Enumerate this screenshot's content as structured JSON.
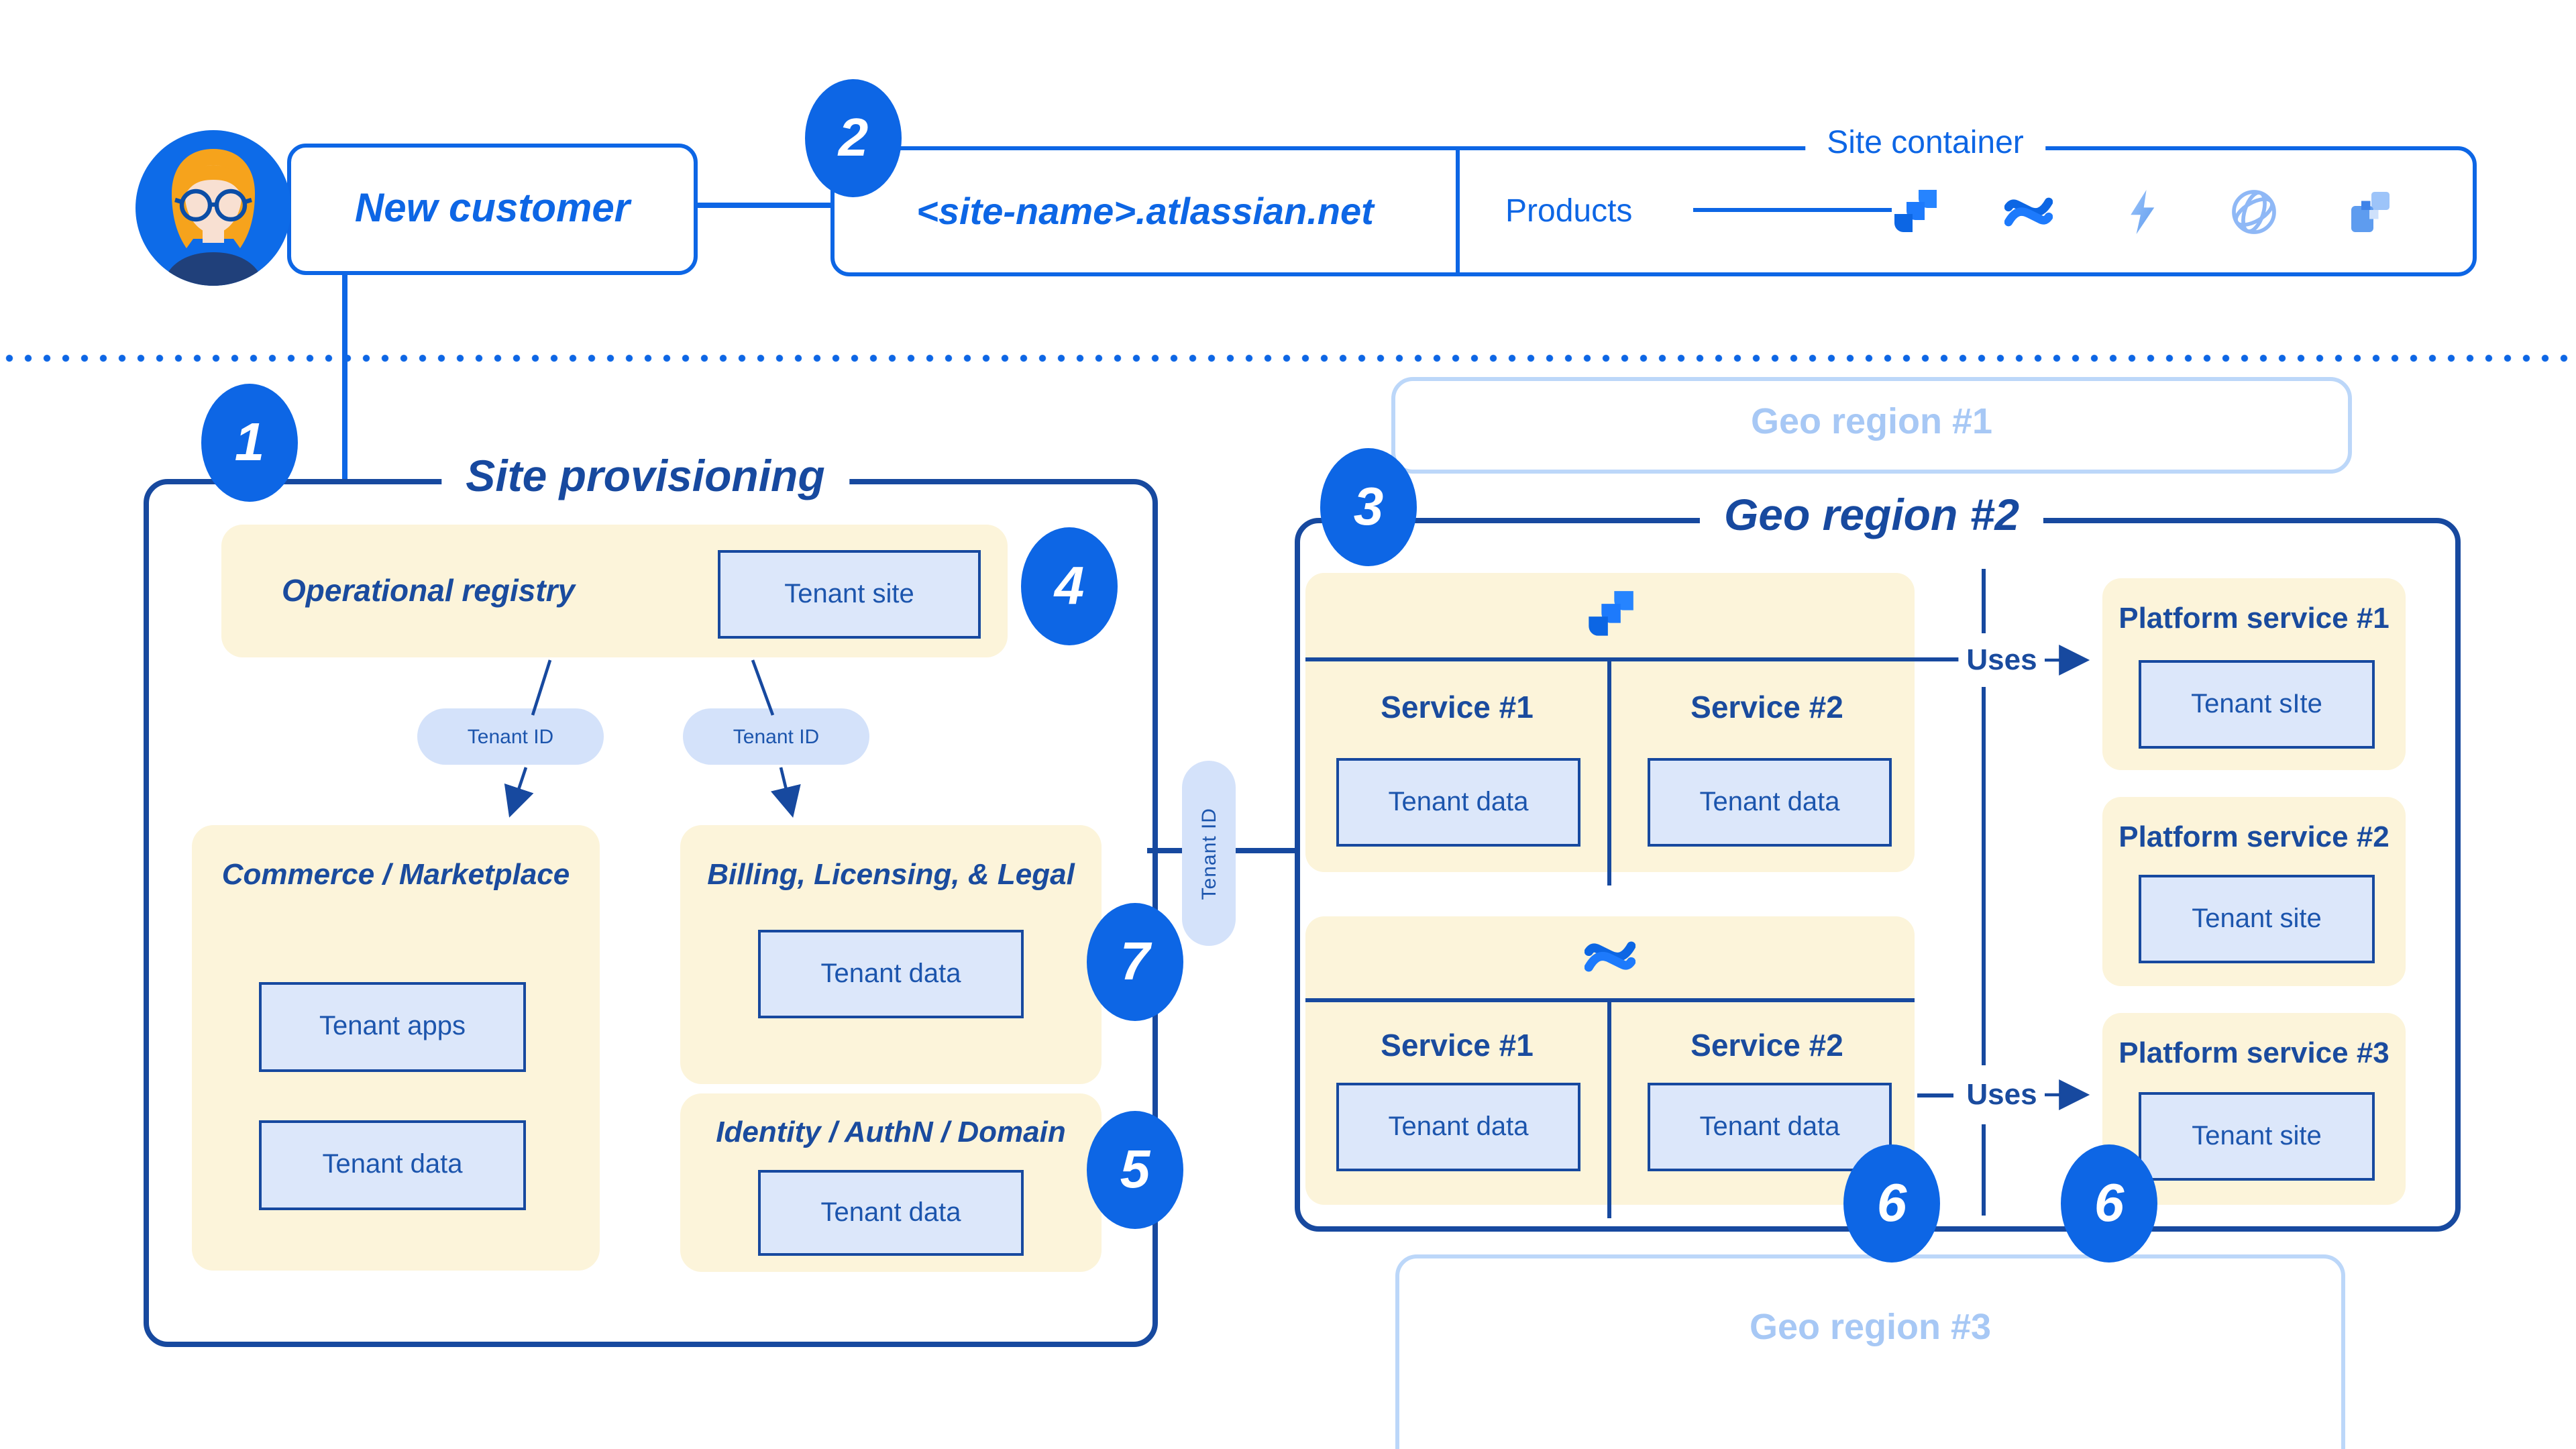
{
  "colors": {
    "bright_blue": "#0D66E5",
    "navy_border": "#17499F",
    "navy_text": "#1C55AD",
    "yellow_fill": "#FCF4DA",
    "light_blue_fill": "#DCE7FA",
    "pill_fill": "#D4E2FA",
    "faded_blue_border": "#BCD7F9",
    "faded_blue_text": "#A7C8F5",
    "badge_fill": "#0D66E5"
  },
  "badges": {
    "one": "1",
    "two": "2",
    "three": "3",
    "four": "4",
    "five": "5",
    "six_a": "6",
    "six_b": "6",
    "seven": "7"
  },
  "header": {
    "customer_label": "New customer",
    "site_url": "<site-name>.atlassian.net",
    "site_container_title": "Site container",
    "products_label": "Products",
    "product_icons": [
      "jira-icon",
      "confluence-icon",
      "bolt-icon",
      "globe-icon",
      "blocks-icon"
    ]
  },
  "site_provisioning": {
    "title": "Site provisioning",
    "operational_registry_title": "Operational registry",
    "tenant_site_label": "Tenant site",
    "tenant_id_pill_1": "Tenant ID",
    "tenant_id_pill_2": "Tenant ID",
    "commerce": {
      "title": "Commerce / Marketplace",
      "tenant_apps_label": "Tenant apps",
      "tenant_data_label": "Tenant data"
    },
    "billing": {
      "title": "Billing, Licensing, & Legal",
      "tenant_data_label": "Tenant data"
    },
    "identity": {
      "title": "Identity / AuthN / Domain",
      "tenant_data_label": "Tenant data"
    }
  },
  "tenant_id_connector_label": "Tenant ID",
  "geo_region_1": {
    "title": "Geo region #1"
  },
  "geo_region_2": {
    "title": "Geo region #2",
    "jira_group": {
      "icon": "jira-icon",
      "service_1": "Service #1",
      "service_2": "Service #2",
      "tenant_data_1": "Tenant data",
      "tenant_data_2": "Tenant data",
      "uses_label": "Uses"
    },
    "confluence_group": {
      "icon": "confluence-icon",
      "service_1": "Service #1",
      "service_2": "Service #2",
      "tenant_data_1": "Tenant data",
      "tenant_data_2": "Tenant data",
      "uses_label": "Uses"
    },
    "platform_service_1": {
      "title": "Platform service #1",
      "tenant_site_label": "Tenant sIte"
    },
    "platform_service_2": {
      "title": "Platform service #2",
      "tenant_site_label": "Tenant site"
    },
    "platform_service_3": {
      "title": "Platform service #3",
      "tenant_site_label": "Tenant site"
    }
  },
  "geo_region_3": {
    "title": "Geo region #3"
  }
}
